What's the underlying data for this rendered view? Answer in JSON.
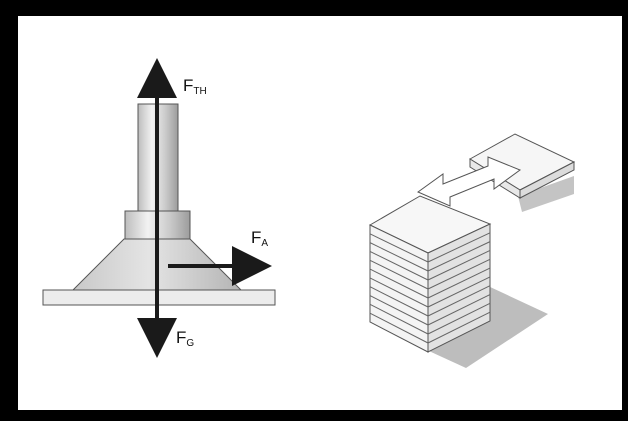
{
  "figure": {
    "force_labels": {
      "thrust": {
        "main": "F",
        "sub": "TH"
      },
      "lateral": {
        "main": "F",
        "sub": "A"
      },
      "gravity": {
        "main": "F",
        "sub": "G"
      }
    },
    "colors": {
      "frame": "#000000",
      "background": "#ffffff",
      "metal_light": "#e9e9e9",
      "metal_mid": "#cfcfcf",
      "metal_dark": "#a8a8a8",
      "arrow": "#1a1a1a",
      "shadow": "#b9b9b9",
      "building_face": "#f4f4f4",
      "building_side": "#e2e2e2"
    }
  }
}
